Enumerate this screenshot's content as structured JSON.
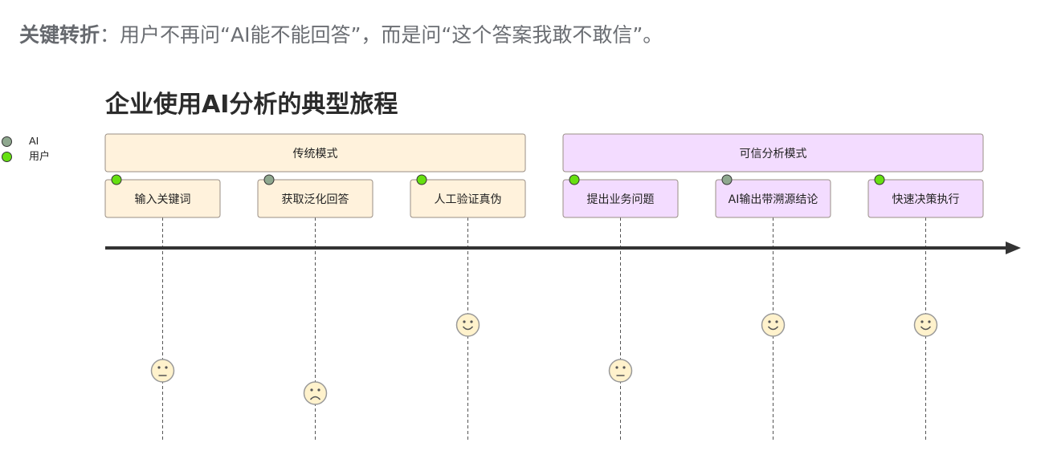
{
  "headline": {
    "keyword": "关键转折",
    "text": "：用户不再问“AI能不能回答”，而是问“这个答案我敢不敢信”。"
  },
  "journey": {
    "title": "企业使用AI分析的典型旅程",
    "actors": [
      {
        "name": "AI",
        "color": "#8fa88f"
      },
      {
        "name": "用户",
        "color": "#66e011"
      }
    ],
    "sections": [
      {
        "name": "传统模式",
        "fill": "#fff2dc",
        "tasks": [
          {
            "label": "输入关键词",
            "actor": "用户",
            "mood": "neutral"
          },
          {
            "label": "获取泛化回答",
            "actor": "AI",
            "mood": "sad"
          },
          {
            "label": "人工验证真伪",
            "actor": "用户",
            "mood": "happy"
          }
        ]
      },
      {
        "name": "可信分析模式",
        "fill": "#f3dcff",
        "tasks": [
          {
            "label": "提出业务问题",
            "actor": "用户",
            "mood": "neutral"
          },
          {
            "label": "AI输出带溯源结论",
            "actor": "AI",
            "mood": "happy"
          },
          {
            "label": "快速决策执行",
            "actor": "用户",
            "mood": "happy"
          }
        ]
      }
    ]
  }
}
